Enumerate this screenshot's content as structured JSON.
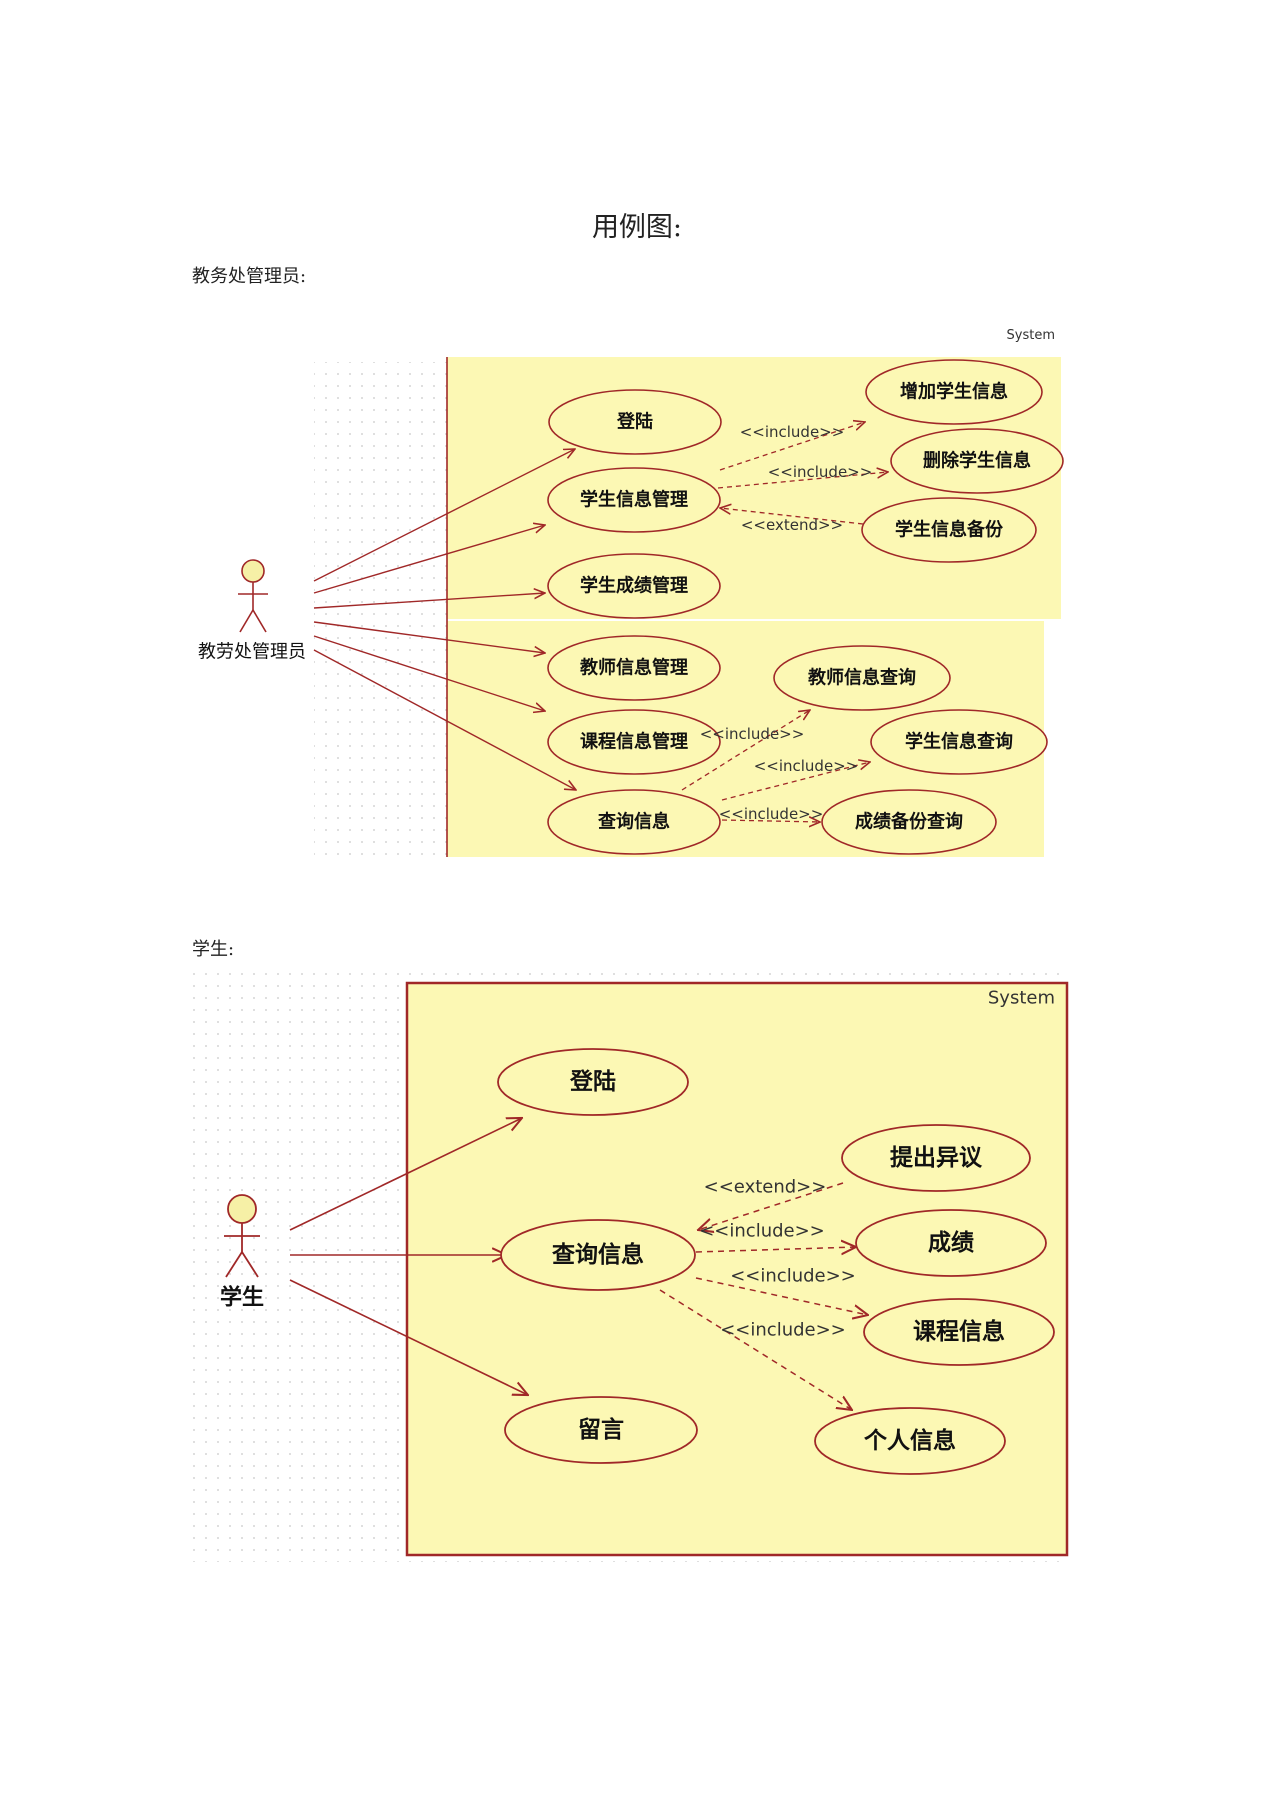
{
  "title": "用例图:",
  "diagram1": {
    "label": "教务处管理员:",
    "system": "System",
    "actor": "教劳处管理员",
    "usecases": {
      "login": "登陆",
      "stu_mgmt": "学生信息管理",
      "score_mgmt": "学生成绩管理",
      "teacher_mgmt": "教师信息管理",
      "course_mgmt": "课程信息管理",
      "query": "查询信息",
      "add_stu": "增加学生信息",
      "del_stu": "删除学生信息",
      "backup_stu": "学生信息备份",
      "q_teacher": "教师信息查询",
      "q_student": "学生信息查询",
      "q_score_backup": "成绩备份查询"
    },
    "relations": {
      "r1": "<<include>>",
      "r2": "<<include>>",
      "r3": "<<extend>>",
      "r4": "<<include>>",
      "r5": "<<include>>",
      "r6": "<<include>>"
    }
  },
  "diagram2": {
    "label": "学生:",
    "system": "System",
    "actor": "学生",
    "usecases": {
      "login": "登陆",
      "query": "查询信息",
      "message": "留言",
      "objection": "提出异议",
      "score": "成绩",
      "course": "课程信息",
      "personal": "个人信息"
    },
    "relations": {
      "r1": "<<extend>>",
      "r2": "<<include>>",
      "r3": "<<include>>",
      "r4": "<<include>>"
    }
  },
  "colors": {
    "system_fill": "#fcf8b4",
    "line": "#a02828",
    "actor_head": "#f6f0a6"
  }
}
